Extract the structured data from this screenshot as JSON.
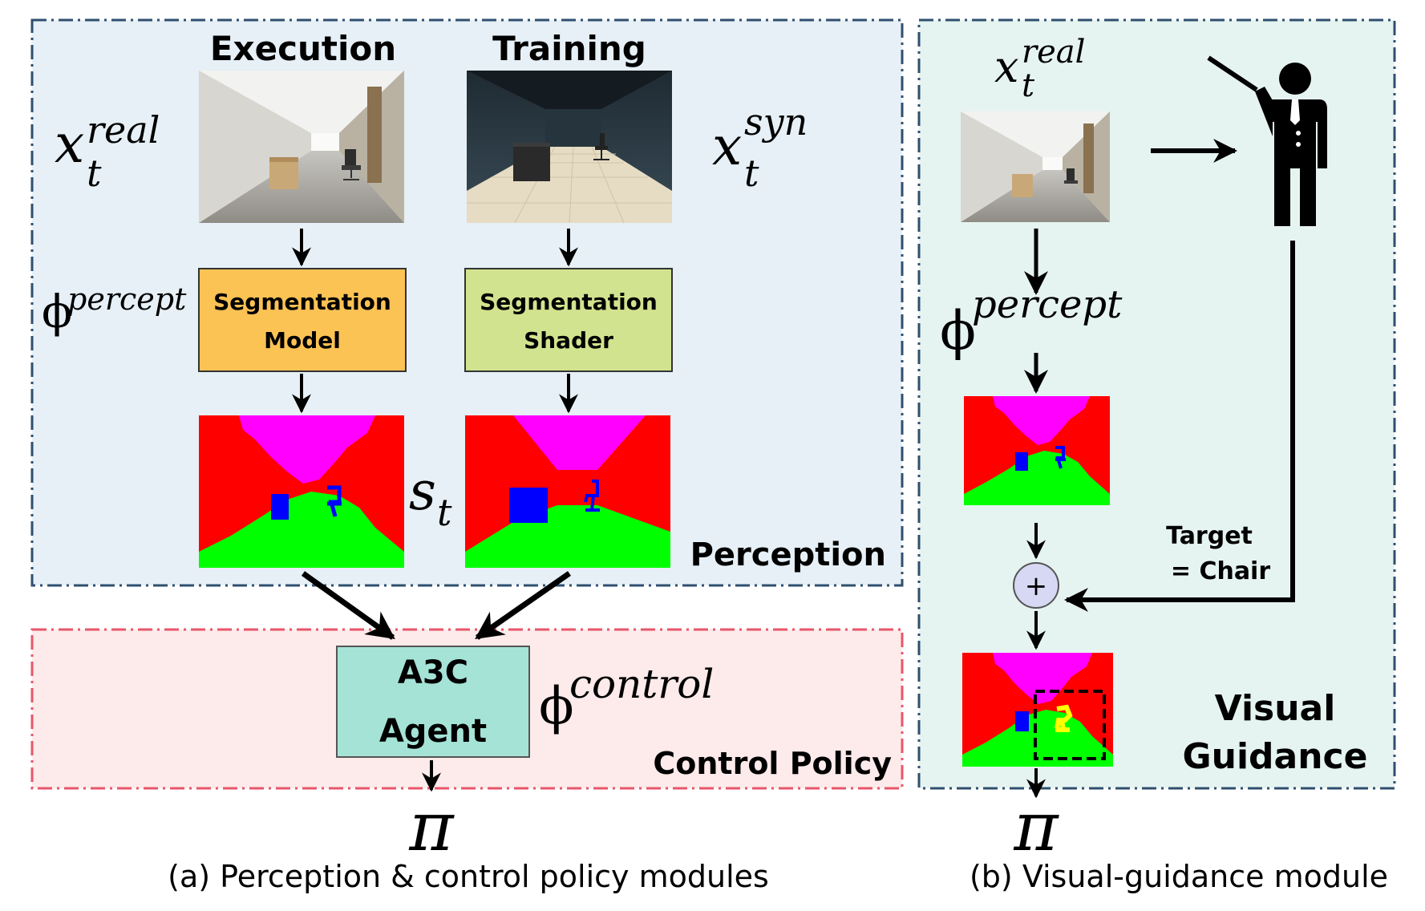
{
  "left_panel": {
    "execution_label": "Execution",
    "training_label": "Training",
    "x_real_base": "x",
    "x_real_sub": "t",
    "x_real_sup": "real",
    "x_syn_base": "x",
    "x_syn_sub": "t",
    "x_syn_sup": "syn",
    "phi_base": "ϕ",
    "phi_percept_sup": "percept",
    "seg_model_line1": "Segmentation",
    "seg_model_line2": "Model",
    "seg_shader_line1": "Segmentation",
    "seg_shader_line2": "Shader",
    "s_base": "s",
    "s_sub": "t",
    "perception_label": "Perception",
    "agent_line1": "A3C",
    "agent_line2": "Agent",
    "phi_control_sup": "control",
    "control_policy_label": "Control Policy",
    "pi_symbol": "π",
    "caption": "(a) Perception & control policy modules"
  },
  "right_panel": {
    "x_real_base": "x",
    "x_real_sub": "t",
    "x_real_sup": "real",
    "phi_base": "ϕ",
    "phi_percept_sup": "percept",
    "target_line1": "Target",
    "target_line2": "= Chair",
    "plus_symbol": "+",
    "visual_line1": "Visual",
    "visual_line2": "Guidance",
    "pi_symbol": "π",
    "caption": "(b) Visual-guidance module"
  },
  "colors": {
    "perception_bg": "#e6f0f6",
    "perception_border": "#2f4f6f",
    "control_bg": "#fdeaea",
    "control_border": "#e8566a",
    "guidance_bg": "#e6f4f1",
    "guidance_border": "#2f4f6f",
    "seg_model_fill": "#fbc254",
    "seg_shader_fill": "#d1e38e",
    "agent_fill": "#a5e3d7",
    "plus_fill": "#d6d8f4",
    "seg_wall": "#ff0000",
    "seg_ceiling": "#ff00ff",
    "seg_floor": "#00ff00",
    "seg_object": "#0000ff",
    "seg_target": "#ffff00"
  }
}
